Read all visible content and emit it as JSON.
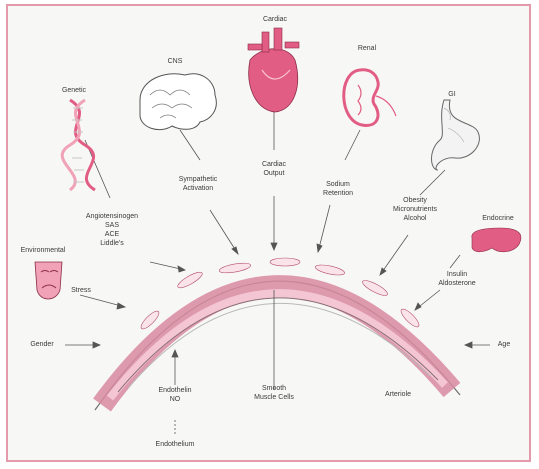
{
  "colors": {
    "border": "#e59aab",
    "organ_pink": "#e25d83",
    "vessel_pink": "#f2b4c6",
    "line": "#555555",
    "background": "#f7f8f6"
  },
  "icons": [
    "dna-helix-icon",
    "brain-icon",
    "heart-icon",
    "kidney-icon",
    "stomach-icon",
    "pancreas-icon",
    "mask-icon"
  ],
  "labels": {
    "cardiac": "Cardiac",
    "cns": "CNS",
    "renal": "Renal",
    "genetic": "Genetic",
    "gi": "GI",
    "environmental": "Environmental",
    "endocrine": "Endocrine",
    "angiotensinogen": "Angiotensinogen\nSAS\nACE\nLiddle's",
    "sympathetic": "Sympathetic\nActivation",
    "cardiac_output": "Cardiac\nOutput",
    "sodium": "Sodium\nRetention",
    "obesity": "Obesity\nMicronutrients\nAlcohol",
    "insulin": "Insulin\nAldosterone",
    "stress": "Stress",
    "gender": "Gender",
    "age": "Age",
    "endothelin": "Endothelin\nNO",
    "smooth_muscle": "Smooth\nMuscle Cells",
    "arteriole": "Arteriole",
    "endothelium": "Endothelium"
  }
}
